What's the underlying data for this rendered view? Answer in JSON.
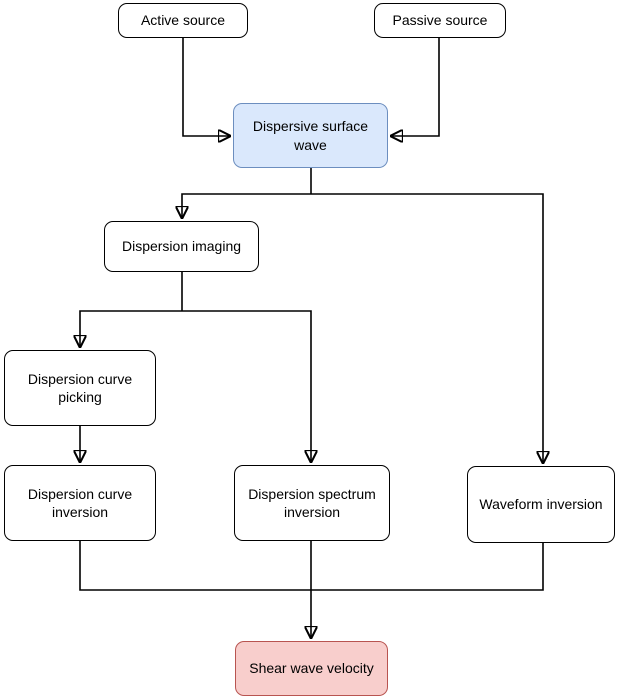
{
  "diagram": {
    "type": "flowchart",
    "nodes": [
      {
        "id": "active-source",
        "label": "Active source"
      },
      {
        "id": "passive-source",
        "label": "Passive source"
      },
      {
        "id": "dispersive-surface-wave",
        "label": "Dispersive surface wave"
      },
      {
        "id": "dispersion-imaging",
        "label": "Dispersion imaging"
      },
      {
        "id": "dispersion-curve-picking",
        "label": "Dispersion curve picking"
      },
      {
        "id": "dispersion-curve-inversion",
        "label": "Dispersion curve inversion"
      },
      {
        "id": "dispersion-spectrum-inversion",
        "label": "Dispersion spectrum inversion"
      },
      {
        "id": "waveform-inversion",
        "label": "Waveform inversion"
      },
      {
        "id": "shear-wave-velocity",
        "label": "Shear wave velocity"
      }
    ],
    "edges": [
      {
        "from": "active-source",
        "to": "dispersive-surface-wave"
      },
      {
        "from": "passive-source",
        "to": "dispersive-surface-wave"
      },
      {
        "from": "dispersive-surface-wave",
        "to": "dispersion-imaging"
      },
      {
        "from": "dispersive-surface-wave",
        "to": "waveform-inversion"
      },
      {
        "from": "dispersion-imaging",
        "to": "dispersion-curve-picking"
      },
      {
        "from": "dispersion-imaging",
        "to": "dispersion-spectrum-inversion"
      },
      {
        "from": "dispersion-curve-picking",
        "to": "dispersion-curve-inversion"
      },
      {
        "from": "dispersion-curve-inversion",
        "to": "shear-wave-velocity"
      },
      {
        "from": "dispersion-spectrum-inversion",
        "to": "shear-wave-velocity"
      },
      {
        "from": "waveform-inversion",
        "to": "shear-wave-velocity"
      }
    ],
    "colors": {
      "highlight_fill": "#dae8fc",
      "highlight_border": "#6c8ebf",
      "result_fill": "#f8cecc",
      "result_border": "#b85450",
      "default_fill": "#ffffff",
      "default_border": "#000000",
      "connector": "#000000",
      "text": "#000000"
    }
  }
}
